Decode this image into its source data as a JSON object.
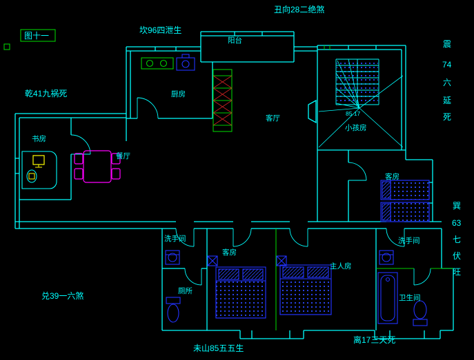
{
  "figure": {
    "title": "图十一"
  },
  "compass": {
    "top": "丑向28二绝煞",
    "kan": "坎96四泄生",
    "qian": "乾41九祸死",
    "dui": "兑39一六煞",
    "wei": "未山85五五生",
    "li": "离17三天死",
    "zhen": [
      "震",
      "74",
      "六",
      "延",
      "死"
    ],
    "xun": [
      "巽",
      "63",
      "七",
      "伏",
      "旺"
    ]
  },
  "rooms": {
    "balcony": "阳台",
    "kitchen": "厨房",
    "living": "客厅",
    "study": "书房",
    "dining": "餐厅",
    "kids": "小孩房",
    "stair_numbers": "85 17",
    "guest_right": "客房",
    "guest_bottom": "客房",
    "master": "主人房",
    "washroom_left": "洗手间",
    "washroom_right": "洗手间",
    "toilet": "厕所",
    "bathroom": "卫生间"
  },
  "colors": {
    "background": "#000000",
    "walls": "#00ffff",
    "furniture": "#2233ff",
    "green": "#00cc00",
    "dining": "#ff00ff",
    "highlight": "#ffff00"
  }
}
